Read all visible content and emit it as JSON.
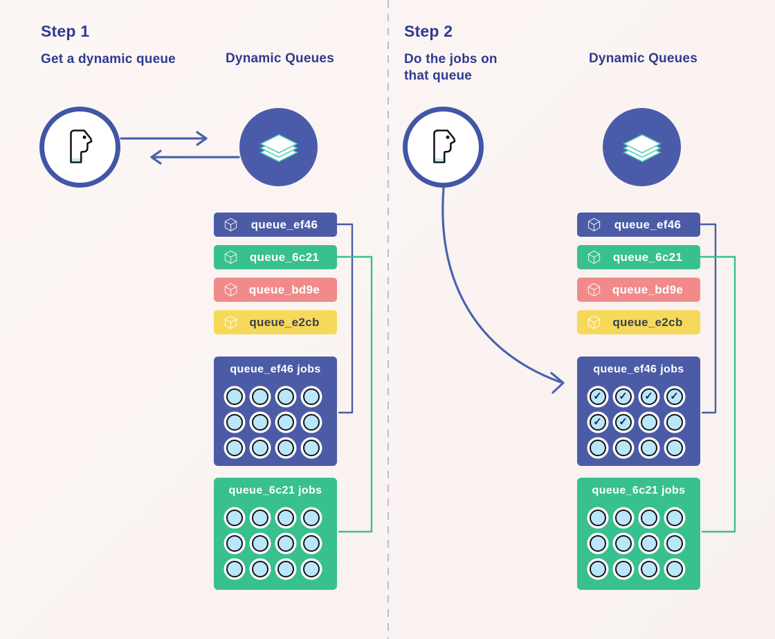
{
  "palette": {
    "background_start": "#fcf6f4",
    "background_end": "#f8f1ef",
    "heading_text": "#2f3b8f",
    "blue": "#4b5ba6",
    "stack_circle_blue": "#4a5ca9",
    "avatar_ring_blue": "#4156a6",
    "arrow_blue": "#4a63ae",
    "green": "#38c08e",
    "salmon": "#f18b8b",
    "yellow": "#f6d95a",
    "job_dot_blue": "#b9e7f9",
    "outline_black": "#101018",
    "teal_stroke": "#4fc9bb",
    "check_navy": "#1c2747",
    "text_on_yellow": "#3b3f4a",
    "divider": "#b3bedd",
    "white": "#ffffff"
  },
  "steps": {
    "step1": {
      "title": "Step 1",
      "subtitle": "Get a dynamic queue",
      "column_title": "Dynamic Queues"
    },
    "step2": {
      "title": "Step 2",
      "subtitle": "Do the jobs on that queue",
      "column_title": "Dynamic Queues"
    }
  },
  "queues": [
    {
      "label": "queue_ef46",
      "color": "#4b5ba6",
      "text_color": "#ffffff"
    },
    {
      "label": "queue_6c21",
      "color": "#38c08e",
      "text_color": "#ffffff"
    },
    {
      "label": "queue_bd9e",
      "color": "#f18b8b",
      "text_color": "#ffffff"
    },
    {
      "label": "queue_e2cb",
      "color": "#f6d95a",
      "text_color": "#3b3f4a"
    }
  ],
  "job_boxes": {
    "step1": [
      {
        "title": "queue_ef46 jobs",
        "color": "#4b5ba6",
        "checks": [
          0,
          0,
          0,
          0,
          0,
          0,
          0,
          0,
          0,
          0,
          0,
          0
        ]
      },
      {
        "title": "queue_6c21 jobs",
        "color": "#38c08e",
        "checks": [
          0,
          0,
          0,
          0,
          0,
          0,
          0,
          0,
          0,
          0,
          0,
          0
        ]
      }
    ],
    "step2": [
      {
        "title": "queue_ef46 jobs",
        "color": "#4b5ba6",
        "checks": [
          1,
          1,
          1,
          1,
          1,
          1,
          0,
          0,
          0,
          0,
          0,
          0
        ]
      },
      {
        "title": "queue_6c21 jobs",
        "color": "#38c08e",
        "checks": [
          0,
          0,
          0,
          0,
          0,
          0,
          0,
          0,
          0,
          0,
          0,
          0
        ]
      }
    ]
  },
  "icons": {
    "check_glyph": "✓",
    "person": "person-profile-icon",
    "stack": "layer-stack-icon",
    "cube": "package-cube-icon"
  }
}
